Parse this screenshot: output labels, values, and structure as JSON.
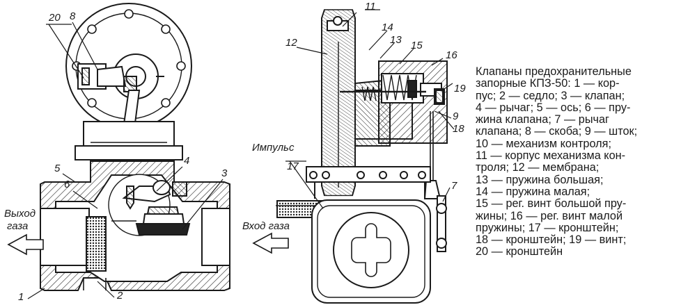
{
  "labels": {
    "n1": "1",
    "n2": "2",
    "n3": "3",
    "n4": "4",
    "n5": "5",
    "n6": "6",
    "n7": "7",
    "n8": "8",
    "n9": "9",
    "n11": "11",
    "n12": "12",
    "n13": "13",
    "n14": "14",
    "n15": "15",
    "n16": "16",
    "n17": "17",
    "n18": "18",
    "n19": "19",
    "n20": "20",
    "outlet_line1": "Выход",
    "outlet_line2": "газа",
    "inlet": "Вход газа",
    "impulse": "Импульс"
  },
  "caption": {
    "lines": [
      "Клапаны предохранительные",
      "запорные КПЗ-50: 1 — кор-",
      "пус; 2 — седло; 3 — клапан;",
      "4 — рычаг; 5 — ось; 6 — пру-",
      "жина клапана;  7 — рычаг",
      "клапана; 8 — скоба; 9 — шток;",
      "10 — механизм контроля;",
      "11 — корпус механизма кон-",
      "троля; 12 — мембрана;",
      "13 — пружина большая;",
      "14 — пружина малая;",
      "15 — рег. винт большой пру-",
      "жины; 16 — рег. винт малой",
      "пружины; 17 — кронштейн;",
      "18 — кронштейн; 19 — винт;",
      "20 — кронштейн"
    ]
  }
}
